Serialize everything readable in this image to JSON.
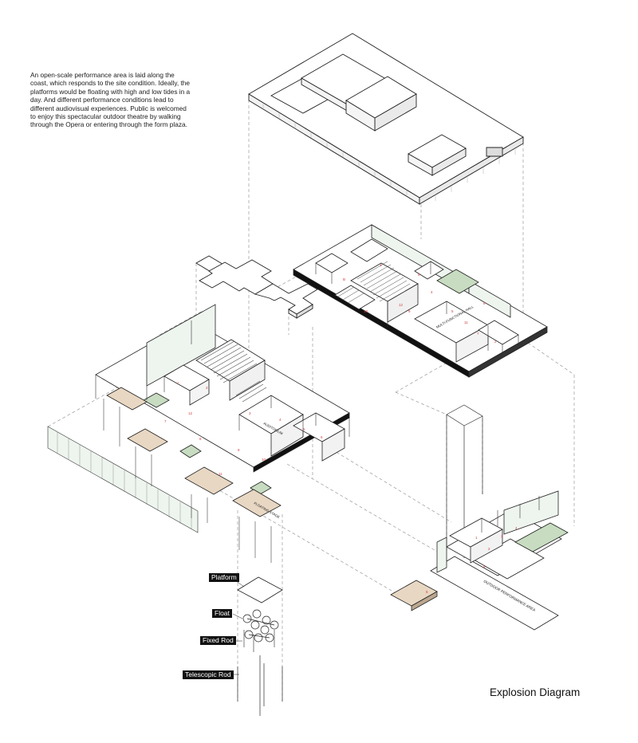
{
  "description": "An open-scale performance area is laid along the coast, which responds to the site condition. Ideally, the platforms would be floating with high and low tides in a day. And different performance conditions lead to different audiovisual experiences. Public is welcomed to enjoy this spectacular outdoor theatre by walking through the Opera or entering through the form plaza.",
  "title": "Explosion Diagram",
  "components": [
    "Platform",
    "Float",
    "Fixed Rod",
    "Telescopic Rod"
  ],
  "labels": {
    "outdoor": "OUTDOOR PERFORMANCE AREA",
    "upper_room": "MULTI-FUNCTIONAL HALL",
    "auditorium": "AUDITORIUM",
    "platform_sign": "FLOATING STAGE"
  },
  "colors": {
    "line": "#222222",
    "dash": "#9a9a9a",
    "stage_fill": "#e8d7c2",
    "green_fill": "#c7dcc0",
    "glass": "#eef5ef",
    "annotation": "#d23a3a"
  }
}
